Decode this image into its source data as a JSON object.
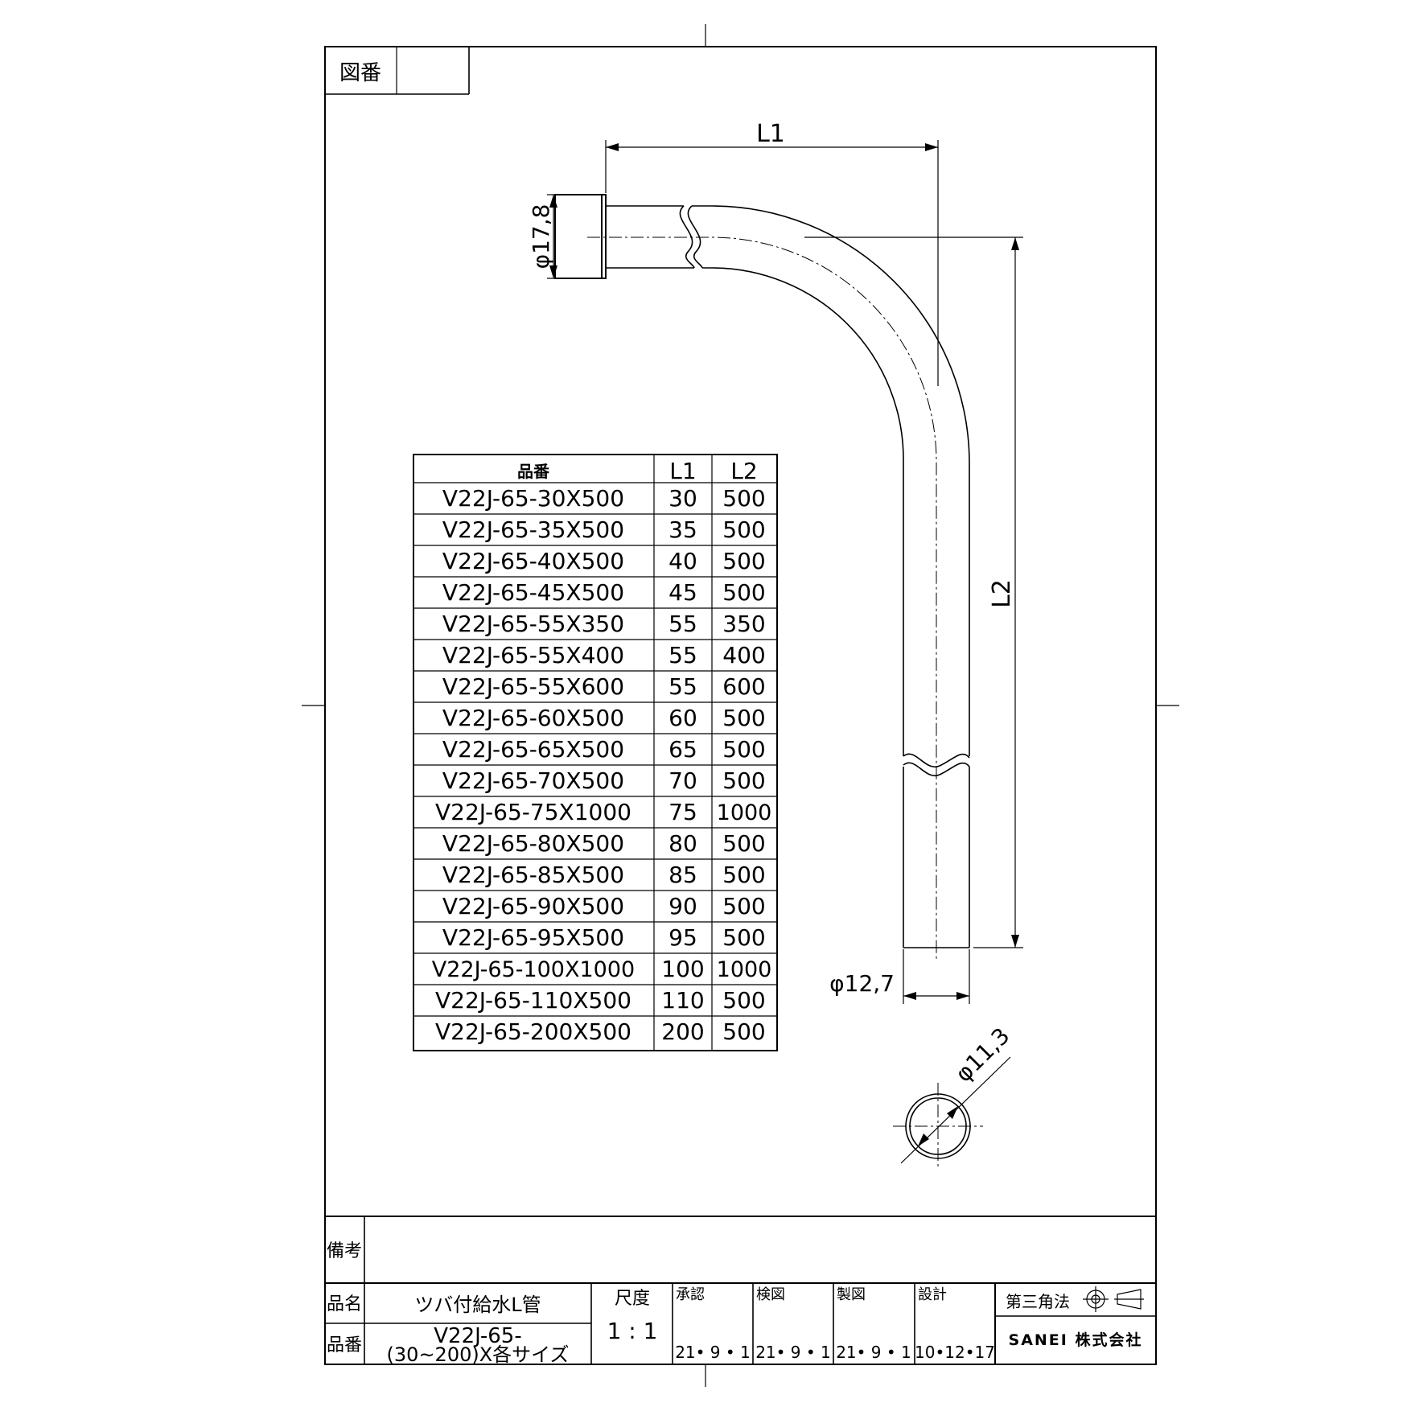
{
  "drawing_no_label": "図番",
  "drawing_no_value": "",
  "dimensions": {
    "l1": "L1",
    "l2": "L2",
    "flange_dia": "φ17,8",
    "pipe_dia": "φ12,7",
    "inner_dia": "φ11,3"
  },
  "size_table": {
    "headers": [
      "品番",
      "L1",
      "L2"
    ],
    "rows": [
      [
        "V22J-65-30X500",
        "30",
        "500"
      ],
      [
        "V22J-65-35X500",
        "35",
        "500"
      ],
      [
        "V22J-65-40X500",
        "40",
        "500"
      ],
      [
        "V22J-65-45X500",
        "45",
        "500"
      ],
      [
        "V22J-65-55X350",
        "55",
        "350"
      ],
      [
        "V22J-65-55X400",
        "55",
        "400"
      ],
      [
        "V22J-65-55X600",
        "55",
        "600"
      ],
      [
        "V22J-65-60X500",
        "60",
        "500"
      ],
      [
        "V22J-65-65X500",
        "65",
        "500"
      ],
      [
        "V22J-65-70X500",
        "70",
        "500"
      ],
      [
        "V22J-65-75X1000",
        "75",
        "1000"
      ],
      [
        "V22J-65-80X500",
        "80",
        "500"
      ],
      [
        "V22J-65-85X500",
        "85",
        "500"
      ],
      [
        "V22J-65-90X500",
        "90",
        "500"
      ],
      [
        "V22J-65-95X500",
        "95",
        "500"
      ],
      [
        "V22J-65-100X1000",
        "100",
        "1000"
      ],
      [
        "V22J-65-110X500",
        "110",
        "500"
      ],
      [
        "V22J-65-200X500",
        "200",
        "500"
      ]
    ]
  },
  "title_block": {
    "remarks_label": "備考",
    "remarks_value": "",
    "name_label": "品名",
    "name_value": "ツバ付給水L管",
    "number_label": "品番",
    "number_line1": "V22J-65-",
    "number_line2": "(30~200)X各サイズ",
    "scale_label": "尺度",
    "scale_value": "1 : 1",
    "approved_label": "承認",
    "approved_date": "21• 9 • 1",
    "checked_label": "検図",
    "checked_date": "21• 9 • 1",
    "drawn_label": "製図",
    "drawn_date": "21• 9 • 1",
    "designed_label": "設計",
    "designed_date": "10•12•17",
    "projection": "第三角法",
    "company": "SANEI 株式会社"
  }
}
